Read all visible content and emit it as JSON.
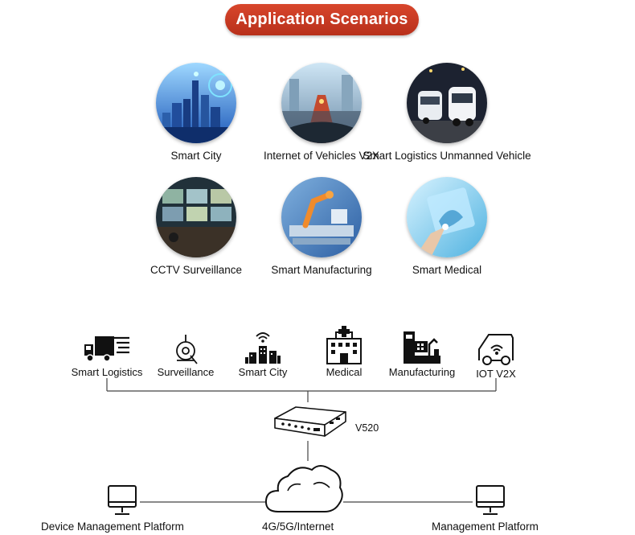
{
  "header": {
    "title": "Application Scenarios"
  },
  "scenarios": [
    {
      "label": "Smart City"
    },
    {
      "label": "Internet of Vehicles V2X"
    },
    {
      "label": "Smart Logistics Unmanned Vehicle"
    },
    {
      "label": "CCTV Surveillance"
    },
    {
      "label": "Smart Manufacturing"
    },
    {
      "label": "Smart Medical"
    }
  ],
  "diagram": {
    "categories": [
      {
        "label": "Smart Logistics",
        "icon": "truck-icon"
      },
      {
        "label": "Surveillance",
        "icon": "camera-icon"
      },
      {
        "label": "Smart City",
        "icon": "city-icon"
      },
      {
        "label": "Medical",
        "icon": "hospital-icon"
      },
      {
        "label": "Manufacturing",
        "icon": "factory-icon"
      },
      {
        "label": "IOT V2X",
        "icon": "connected-car-icon"
      }
    ],
    "device_label": "V520",
    "network_label": "4G/5G/Internet",
    "left_platform": "Device Management Platform",
    "right_platform": "Management Platform"
  }
}
